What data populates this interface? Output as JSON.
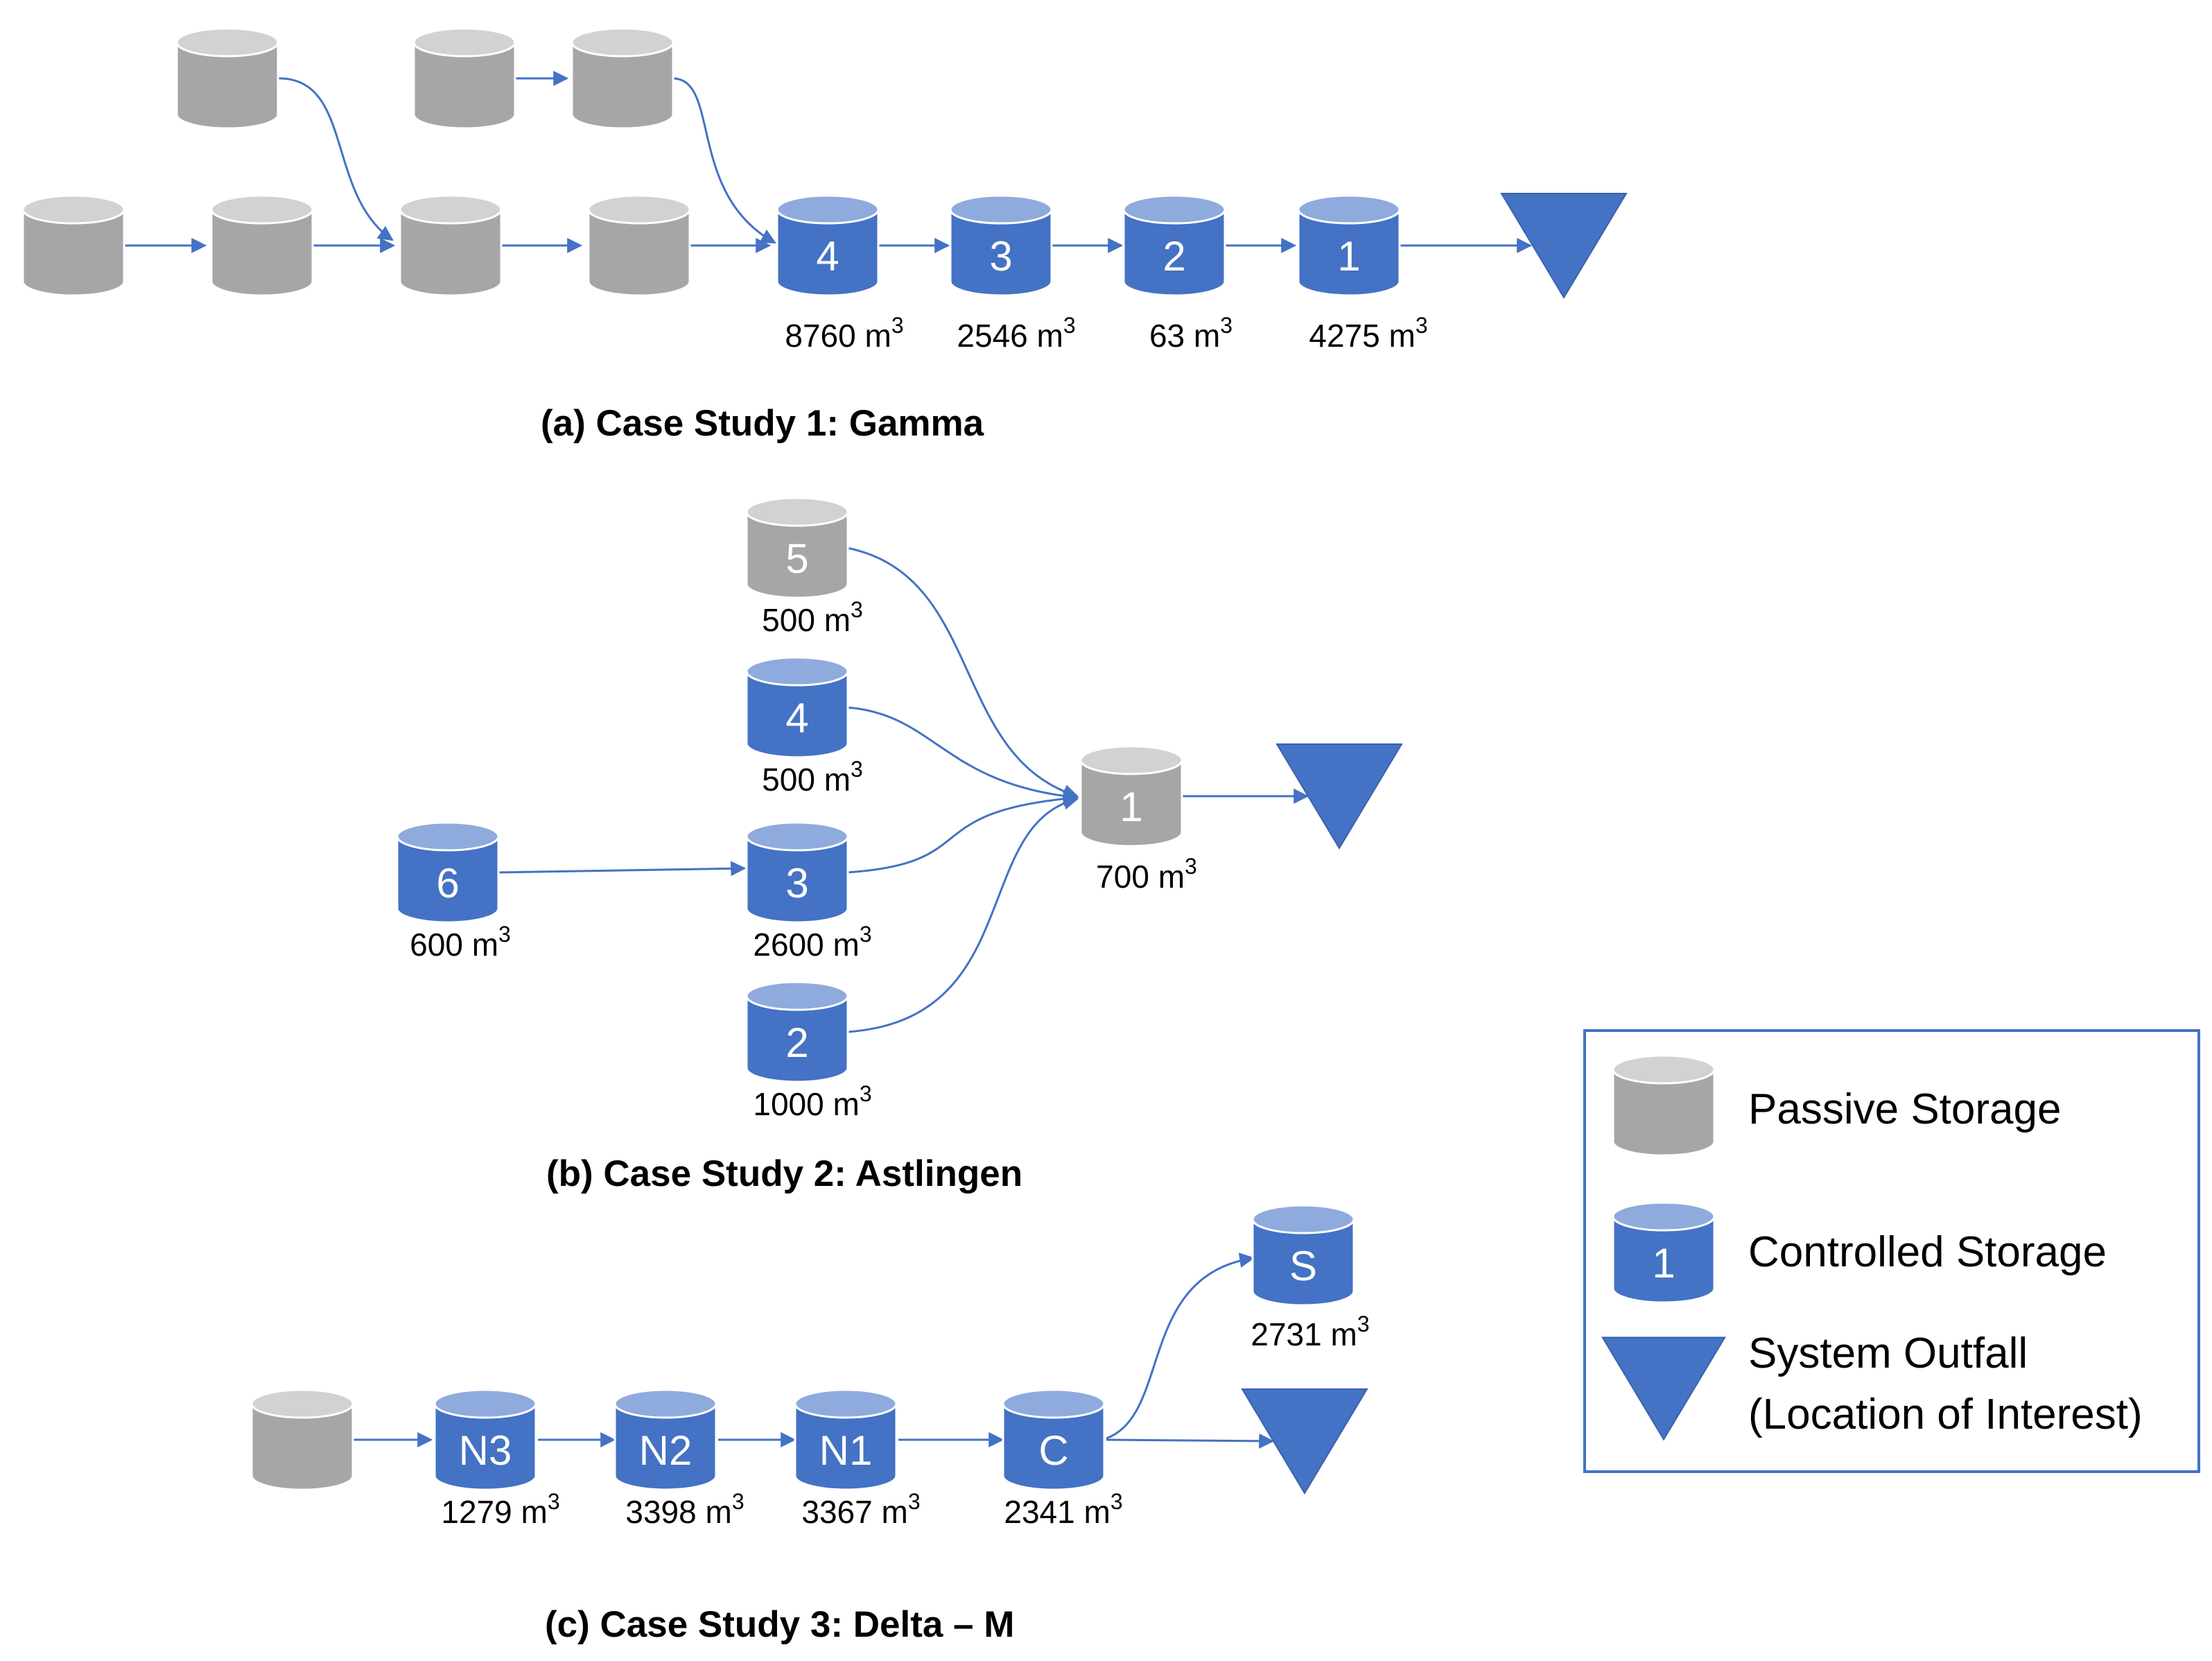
{
  "diagram": {
    "colors": {
      "passive_fill": "#a6a6a6",
      "passive_top": "#d2d2d2",
      "controlled_fill": "#4472c4",
      "controlled_top": "#8faadc",
      "outline": "#ffffff",
      "arrow": "#4472c4",
      "text_dark": "#000000",
      "text_light": "#ffffff"
    },
    "panels": [
      {
        "title": "(a) Case Study 1: Gamma",
        "nodes": [
          {
            "id": "a_p1",
            "kind": "passive",
            "label": ""
          },
          {
            "id": "a_p2",
            "kind": "passive",
            "label": ""
          },
          {
            "id": "a_p3",
            "kind": "passive",
            "label": ""
          },
          {
            "id": "a_p4",
            "kind": "passive",
            "label": ""
          },
          {
            "id": "a_p5",
            "kind": "passive",
            "label": ""
          },
          {
            "id": "a_p6",
            "kind": "passive",
            "label": ""
          },
          {
            "id": "a_p7",
            "kind": "passive",
            "label": ""
          },
          {
            "id": "a_c4",
            "kind": "controlled",
            "label": "4",
            "volume": "8760 m"
          },
          {
            "id": "a_c3",
            "kind": "controlled",
            "label": "3",
            "volume": "2546 m"
          },
          {
            "id": "a_c2",
            "kind": "controlled",
            "label": "2",
            "volume": "63 m"
          },
          {
            "id": "a_c1",
            "kind": "controlled",
            "label": "1",
            "volume": "4275 m"
          },
          {
            "id": "a_out",
            "kind": "outfall",
            "label": ""
          }
        ]
      },
      {
        "title": "(b) Case Study 2: Astlingen",
        "nodes": [
          {
            "id": "b_5",
            "kind": "passive",
            "label": "5",
            "volume": "500 m"
          },
          {
            "id": "b_4",
            "kind": "controlled",
            "label": "4",
            "volume": "500 m"
          },
          {
            "id": "b_3",
            "kind": "controlled",
            "label": "3",
            "volume": "2600 m"
          },
          {
            "id": "b_2",
            "kind": "controlled",
            "label": "2",
            "volume": "1000 m"
          },
          {
            "id": "b_6",
            "kind": "controlled",
            "label": "6",
            "volume": "600 m"
          },
          {
            "id": "b_1",
            "kind": "passive",
            "label": "1",
            "volume": "700 m"
          },
          {
            "id": "b_out",
            "kind": "outfall",
            "label": ""
          }
        ]
      },
      {
        "title": "(c) Case Study 3: Delta – M",
        "nodes": [
          {
            "id": "c_p",
            "kind": "passive",
            "label": ""
          },
          {
            "id": "c_n3",
            "kind": "controlled",
            "label": "N3",
            "volume": "1279 m"
          },
          {
            "id": "c_n2",
            "kind": "controlled",
            "label": "N2",
            "volume": "3398 m"
          },
          {
            "id": "c_n1",
            "kind": "controlled",
            "label": "N1",
            "volume": "3367 m"
          },
          {
            "id": "c_c",
            "kind": "controlled",
            "label": "C",
            "volume": "2341 m"
          },
          {
            "id": "c_s",
            "kind": "controlled",
            "label": "S",
            "volume": "2731 m"
          },
          {
            "id": "c_out",
            "kind": "outfall",
            "label": ""
          }
        ]
      }
    ],
    "volume_superscript": "3",
    "legend": {
      "items": [
        {
          "kind": "passive",
          "label": "Passive Storage",
          "icon_label": ""
        },
        {
          "kind": "controlled",
          "label": "Controlled Storage",
          "icon_label": "1"
        },
        {
          "kind": "outfall",
          "label": "System Outfall",
          "label2": "(Location of Interest)"
        }
      ]
    }
  }
}
